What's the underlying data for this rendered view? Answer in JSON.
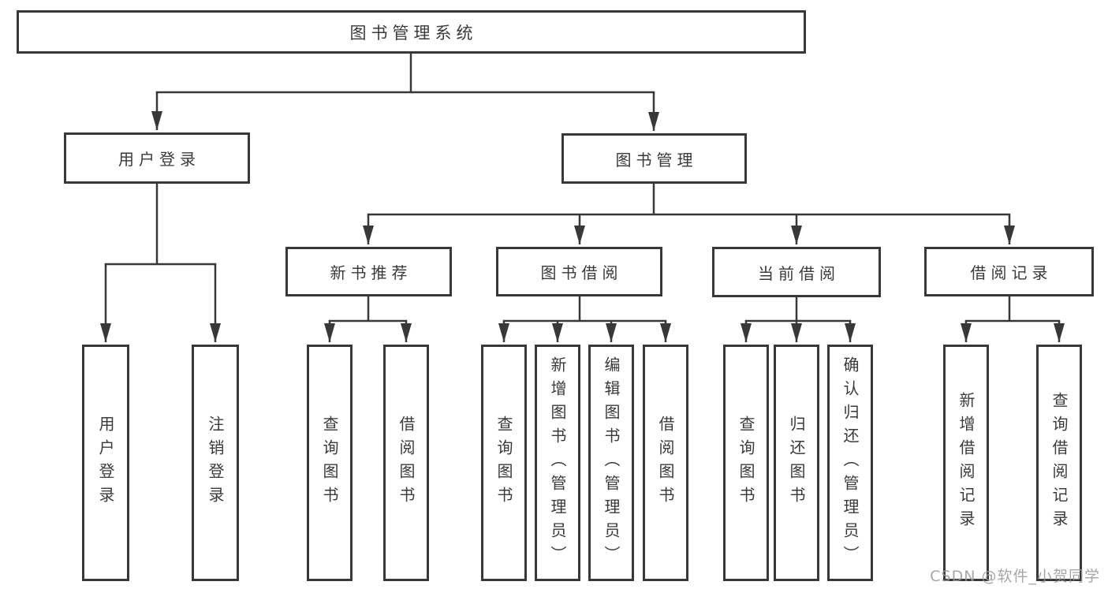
{
  "diagram": {
    "root": {
      "label": "图书管理系统"
    },
    "branches": [
      {
        "label": "用户登录",
        "children": [
          {
            "label": "用户登录"
          },
          {
            "label": "注销登录"
          }
        ]
      },
      {
        "label": "图书管理",
        "children": [
          {
            "label": "新书推荐",
            "children": [
              {
                "label": "查询图书"
              },
              {
                "label": "借阅图书"
              }
            ]
          },
          {
            "label": "图书借阅",
            "children": [
              {
                "label": "查询图书"
              },
              {
                "label": "新增图书（管理员）"
              },
              {
                "label": "编辑图书（管理员）"
              },
              {
                "label": "借阅图书"
              }
            ]
          },
          {
            "label": "当前借阅",
            "children": [
              {
                "label": "查询图书"
              },
              {
                "label": "归还图书"
              },
              {
                "label": "确认归还（管理员）"
              }
            ]
          },
          {
            "label": "借阅记录",
            "children": [
              {
                "label": "新增借阅记录"
              },
              {
                "label": "查询借阅记录"
              }
            ]
          }
        ]
      }
    ]
  },
  "watermark": {
    "text": "CSDN @软件_小贺同学"
  },
  "colors": {
    "line": "#383838",
    "border": "#383838",
    "text": "#3a3a3a",
    "background": "#ffffff",
    "watermark": "#969696"
  }
}
